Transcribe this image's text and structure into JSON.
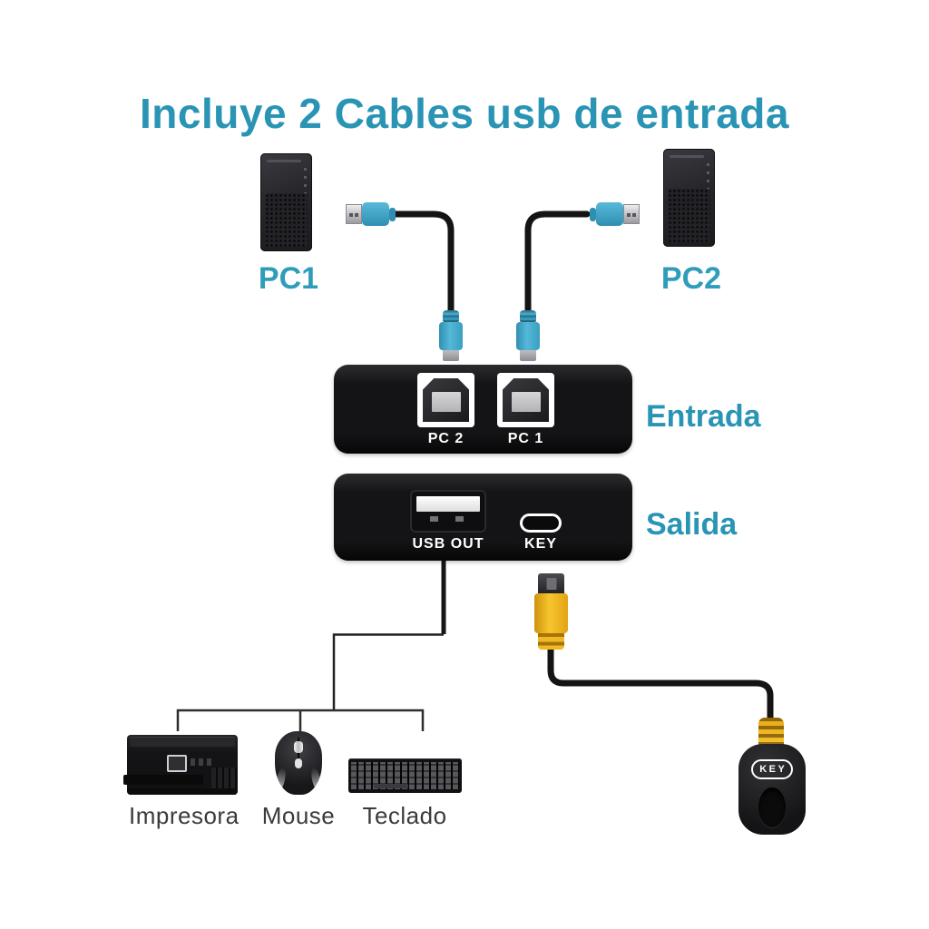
{
  "title": "Incluye 2 Cables usb de entrada",
  "colors": {
    "accent_teal": "#2994b4",
    "cable_blue": "#3fa6c6",
    "connector_yellow": "#f2b525",
    "device_black": "#151517"
  },
  "computers": [
    {
      "label": "PC1"
    },
    {
      "label": "PC2"
    }
  ],
  "switch_box": {
    "input_panel": {
      "side_label": "Entrada",
      "ports": [
        {
          "label": "PC 2"
        },
        {
          "label": "PC 1"
        }
      ]
    },
    "output_panel": {
      "side_label": "Salida",
      "ports": [
        {
          "label": "USB OUT"
        },
        {
          "label": "KEY"
        }
      ]
    }
  },
  "remote": {
    "label": "KEY"
  },
  "peripherals": [
    {
      "label": "Impresora"
    },
    {
      "label": "Mouse"
    },
    {
      "label": "Teclado"
    }
  ]
}
